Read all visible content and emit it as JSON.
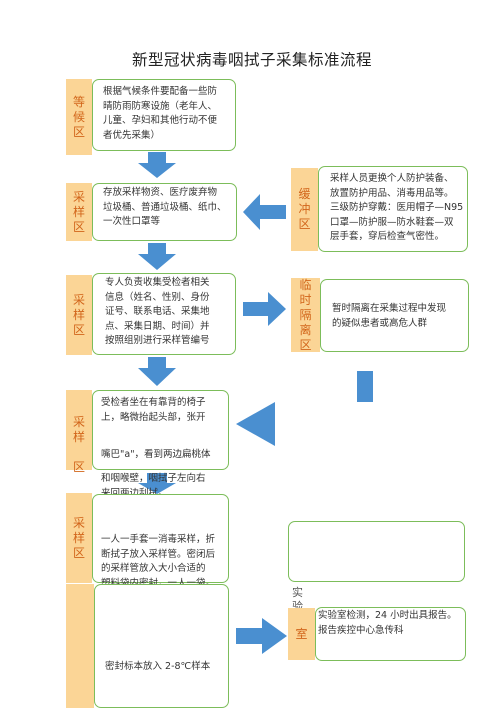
{
  "title": "新型冠状病毒咽拭子采集标准流程",
  "colors": {
    "stage_fill": "#fbd596",
    "stage_text": "#d2661b",
    "box_border": "#7cbd5a",
    "arrow_fill": "#4a8fd0"
  },
  "stages": {
    "s1": [
      "等",
      "候",
      "区"
    ],
    "s2": [
      "采",
      "样",
      "区"
    ],
    "s3": [
      "采",
      "样",
      "区"
    ],
    "s4a": [
      "采",
      "样"
    ],
    "s4b": "区",
    "s5": [
      "采",
      "样",
      "区"
    ],
    "buffer": [
      "缓",
      "冲",
      "区"
    ],
    "isolation": [
      "临",
      "时",
      "隔",
      "离",
      "区"
    ],
    "lab_a": "实\n验",
    "lab_b": "室"
  },
  "texts": {
    "waiting": "根据气候条件要配备一些防\n晴防雨防寒设施（老年人、\n儿童、孕妇和其他行动不便\n者优先采集）",
    "materials": "存放采样物资、医疗废弃物\n垃圾桶、普通垃圾桶、纸巾、\n一次性口罩等",
    "buffer": "采样人员更换个人防护装备、\n放置防护用品、消毒用品等。\n三级防护穿戴：医用帽子—N95\n口罩—防护服—防水鞋套—双\n层手套，穿后检查气密性。",
    "register": "专人负责收集受检者相关\n信息（姓名、性别、身份\n证号、联系电话、采集地\n点、采集日期、时间）并\n按照组别进行采样管编号",
    "isolation": "暂时隔离在采集过程中发现\n的疑似患者或高危人群",
    "sampling_a": "受检者坐在有靠背的椅子\n上，略微抬起头部，张开",
    "sampling_b": "嘴巴\"a\"，看到两边扁桃体",
    "sampling_c": "和咽喉壁，咽拭子左向右\n来回两边刮拭。",
    "tube": "一人一手套一消毒采样，折\n断拭子放入采样管。密闭后\n的采样管放入大小合适的\n塑料袋内密封，一人一袋。",
    "seal": "密封标本放入 2-8℃样本",
    "lab": "实验室检测，24 小时出具报告。\n报告疾控中心急传科"
  }
}
